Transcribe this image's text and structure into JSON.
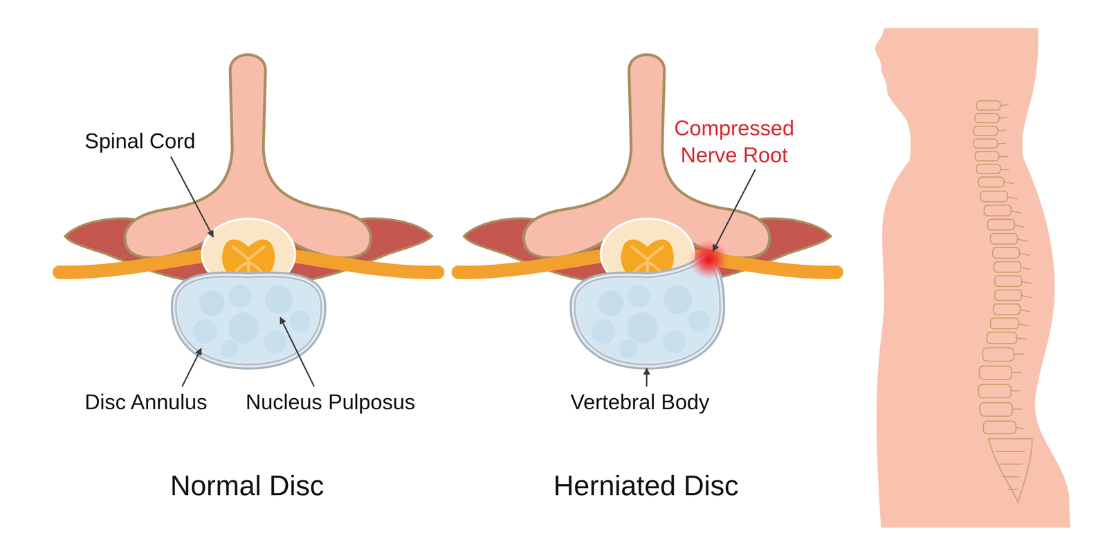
{
  "diagram": {
    "labels": [
      "Spinal Cord",
      "Disc Annulus",
      "Nucleus Pulposus",
      "Normal Disc",
      "Compressed Nerve Root",
      "Vertebral Body",
      "Herniated Disc"
    ]
  }
}
